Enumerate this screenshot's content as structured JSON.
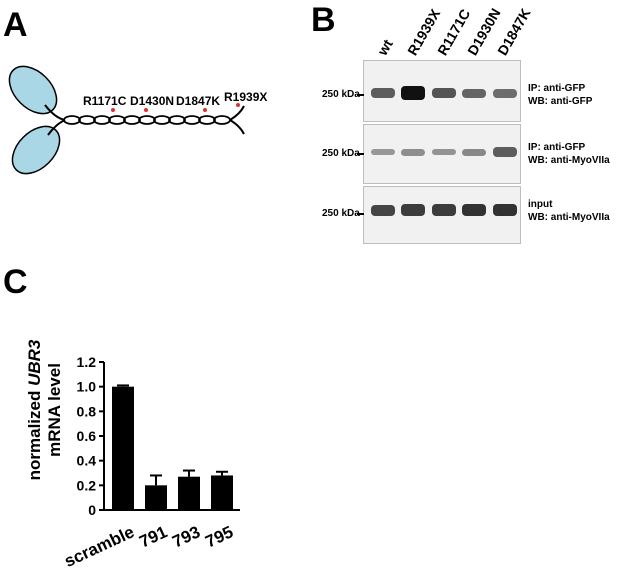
{
  "figure": {
    "panel_a": {
      "letter": "A",
      "mutations": [
        "R1171C",
        "D1430N",
        "D1847K",
        "R1939X"
      ]
    },
    "panel_b": {
      "letter": "B",
      "lanes": [
        "wt",
        "R1939X",
        "R1171C",
        "D1930N",
        "D1847K"
      ],
      "blots": [
        {
          "mw": "250 kDa",
          "ip": "IP: anti-GFP",
          "wb": "WB: anti-GFP",
          "band_intensity": [
            0.55,
            1.0,
            0.6,
            0.5,
            0.45
          ]
        },
        {
          "mw": "250 kDa",
          "ip": "IP: anti-GFP",
          "wb": "WB: anti-MyoVIIa",
          "band_intensity": [
            0.2,
            0.25,
            0.22,
            0.3,
            0.55
          ]
        },
        {
          "mw": "250 kDa",
          "ip": "input",
          "wb": "WB: anti-MyoVIIa",
          "band_intensity": [
            0.7,
            0.75,
            0.75,
            0.8,
            0.8
          ]
        }
      ]
    },
    "panel_c": {
      "letter": "C",
      "chart_data": {
        "type": "bar",
        "categories": [
          "scramble",
          "791",
          "793",
          "795"
        ],
        "values": [
          1.0,
          0.2,
          0.27,
          0.28
        ],
        "errors": [
          0.01,
          0.08,
          0.05,
          0.03
        ],
        "ylabel_parts": [
          "normalized ",
          "UBR3",
          "mRNA level"
        ],
        "yticks": [
          "0",
          "0.2",
          "0.4",
          "0.6",
          "0.8",
          "1.0",
          "1.2"
        ],
        "ylim": [
          0,
          1.2
        ]
      }
    }
  }
}
